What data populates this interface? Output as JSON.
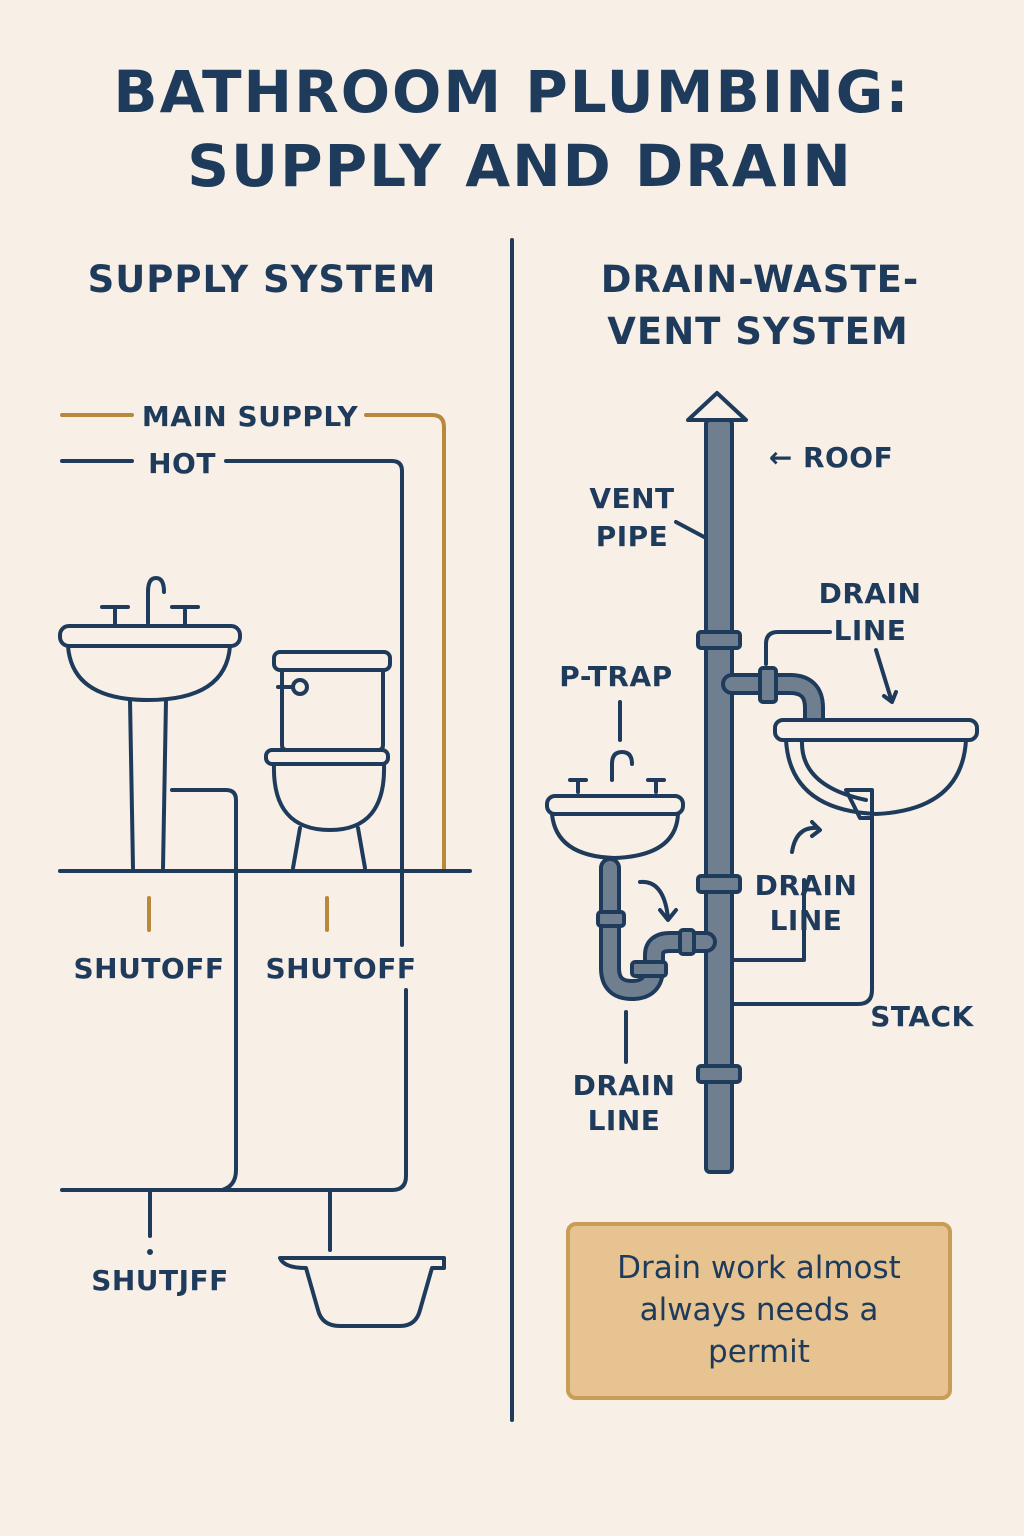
{
  "title": {
    "line1": "BATHROOM PLUMBING:",
    "line2": "SUPPLY AND DRAIN"
  },
  "supply": {
    "heading": "SUPPLY SYSTEM",
    "main_supply": "MAIN SUPPLY",
    "hot": "HOT",
    "shutoff_sink": "SHUTOFF",
    "shutoff_toilet": "SHUTOFF",
    "shutoff_tub": "SHUTJFF"
  },
  "drain": {
    "heading_line1": "DRAIN-WASTE-",
    "heading_line2": "VENT SYSTEM",
    "roof": "← ROOF",
    "vent_pipe_line1": "VENT",
    "vent_pipe_line2": "PIPE",
    "drain_line_top_line1": "DRAIN",
    "drain_line_top_line2": "LINE",
    "ptrap": "P-TRAP",
    "drain_line_mid_line1": "DRAIN",
    "drain_line_mid_line2": "LINE",
    "stack": "STACK",
    "drain_line_bottom_line1": "DRAIN",
    "drain_line_bottom_line2": "LINE"
  },
  "note": {
    "text": "Drain work almost always needs a permit"
  },
  "colors": {
    "navy": "#1f3b5c",
    "gold": "#b8893d",
    "pipe_gray": "#6f7f8f",
    "background": "#f8efe6",
    "note_fill": "#e6c390"
  }
}
